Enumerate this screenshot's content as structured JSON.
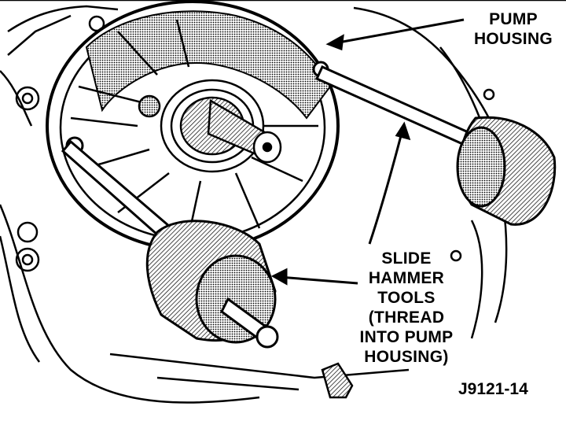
{
  "figure": {
    "id": "J9121-14",
    "labels": {
      "pump_housing": [
        "PUMP",
        "HOUSING"
      ],
      "slide_hammer": [
        "SLIDE",
        "HAMMER",
        "TOOLS",
        "(THREAD",
        "INTO PUMP",
        "HOUSING)"
      ]
    }
  },
  "colors": {
    "ink": "#000000",
    "paper": "#ffffff",
    "shade": "#9a9a9a"
  },
  "icons": [
    "pump-housing-drawing",
    "slide-hammer-tool",
    "input-shaft",
    "bolt"
  ]
}
